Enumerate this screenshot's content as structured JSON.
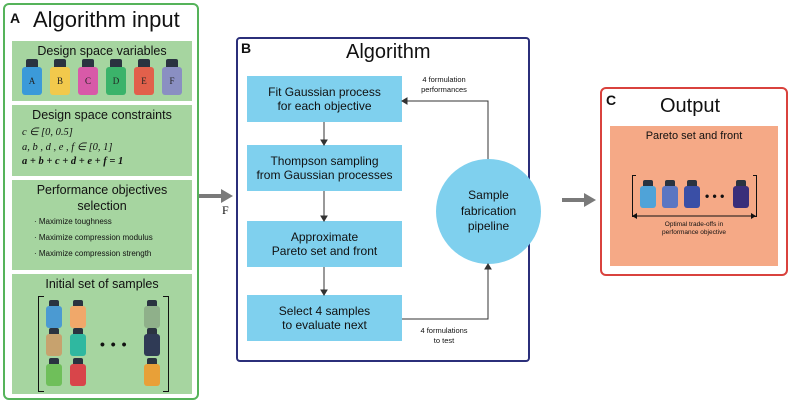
{
  "panel_a": {
    "letter": "A",
    "title": "Algorithm input",
    "design_vars": {
      "header": "Design space variables",
      "bottles": [
        {
          "label": "A",
          "color": "#3b9ad9"
        },
        {
          "label": "B",
          "color": "#f2c94c"
        },
        {
          "label": "C",
          "color": "#d85aa8"
        },
        {
          "label": "D",
          "color": "#3bb36a"
        },
        {
          "label": "E",
          "color": "#e2604b"
        },
        {
          "label": "F",
          "color": "#8a8fc2"
        }
      ]
    },
    "constraints": {
      "header": "Design space constraints",
      "lines": [
        "c ∈ [0, 0.5]",
        "a, b , d , e , f ∈ [0, 1]",
        "a + b + c + d + e + f = 1"
      ]
    },
    "objectives": {
      "header": "Performance objectives selection",
      "items": [
        "· Maximize toughness",
        "· Maximize compression modulus",
        "· Maximize compression strength"
      ]
    },
    "samples": {
      "header": "Initial set of samples",
      "ellipsis": "• • •"
    }
  },
  "arrow_label": "F",
  "panel_b": {
    "letter": "B",
    "title": "Algorithm",
    "steps": [
      "Fit Gaussian process\nfor each objective",
      "Thompson sampling\nfrom Gaussian processes",
      "Approximate\nPareto set and front",
      "Select 4 samples\nto evaluate next"
    ],
    "pipeline": "Sample\nfabrication\npipeline",
    "note_top": "4 formulation\nperformances",
    "note_bottom": "4 formulations\nto test"
  },
  "panel_c": {
    "letter": "C",
    "title": "Output",
    "pareto_label": "Pareto set and front",
    "ellipsis": "• • •",
    "tradeoff": "Optimal trade-offs in\nperformance objective"
  }
}
